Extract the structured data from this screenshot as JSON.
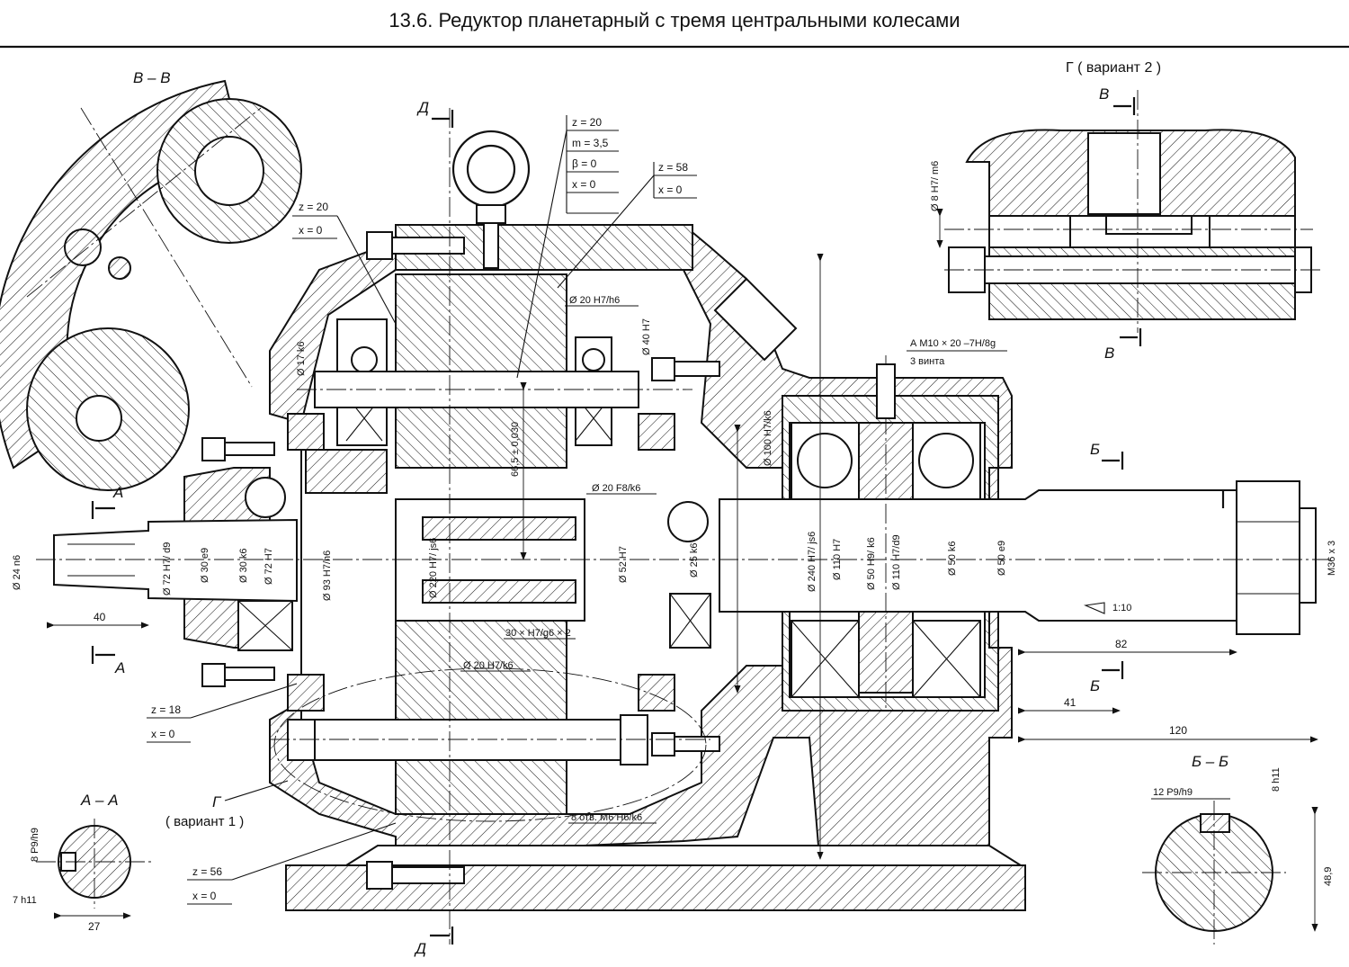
{
  "title": "13.6. Редуктор  планетарный с тремя центральными колесами",
  "sections": {
    "vv": "В – В",
    "aa": "А – А",
    "bb": "Б – Б",
    "g_variant2": "Г ( вариант 2 )",
    "g_variant1_letter": "Г",
    "g_variant1_text": "( вариант 1 )"
  },
  "section_marks": {
    "d": "Д",
    "a": "А",
    "b": "Б",
    "v": "В"
  },
  "gear_params": {
    "top": [
      "z = 20",
      "m = 3,5",
      "β = 0",
      "x = 0"
    ],
    "right": [
      "z = 58",
      "x = 0"
    ],
    "left": [
      "z = 20",
      "x = 0"
    ],
    "z18": [
      "z = 18",
      "x = 0"
    ],
    "z56": [
      "z = 56",
      "x = 0"
    ]
  },
  "fits": {
    "d20_h7h6": "Ø 20 H7/h6",
    "d40_h7": "Ø 40 H7",
    "d17_k6": "Ø 17 k6",
    "d20_f8k6": "Ø 20 F8/k6",
    "center_dist": "66,5 ± 0,030",
    "d100_h7k6": "Ø 100 H7/k6",
    "d24_n6": "Ø 24 n6",
    "d72_h7d9": "Ø 72 H7/ d9",
    "d30_e9": "Ø 30 e9",
    "d30_k6": "Ø 30 k6",
    "d72_h7": "Ø 72 H7",
    "d93_h7h6": "Ø 93 H7/h6",
    "d220_h7js6": "Ø 220 H7/ js6",
    "d52_h7": "Ø 52 H7",
    "d25_k6": "Ø 25 k6",
    "spline": "30 × H7/g6 × 2",
    "d20_h7k6": "Ø 20 H7/k6",
    "holes_m6": "8 отв. М6 H6/k6",
    "d240_h7js6": "Ø 240 H7/ js6",
    "d110_h7": "Ø 110 H7",
    "d50_h9k6": "Ø 50 H9/ k6",
    "d110_h7d9": "Ø 110 H7/d9",
    "d50_k6": "Ø 50 k6",
    "d50_e9": "Ø 50 e9",
    "m36": "M36 x 3",
    "taper": "1:10",
    "screw_a": "А M10 × 20 –7H/8g",
    "screw_count": "3 винта",
    "d8_h7m6": "Ø 8 H7/ m6",
    "p9h9_8": "8 P9/h9",
    "h11_7": "7 h11",
    "p9h9_12": "12 P9/h9",
    "h11_8": "8 h11"
  },
  "dims": {
    "d40": "40",
    "d82": "82",
    "d41": "41",
    "d120": "120",
    "d27": "27",
    "d48_9": "48,9"
  }
}
